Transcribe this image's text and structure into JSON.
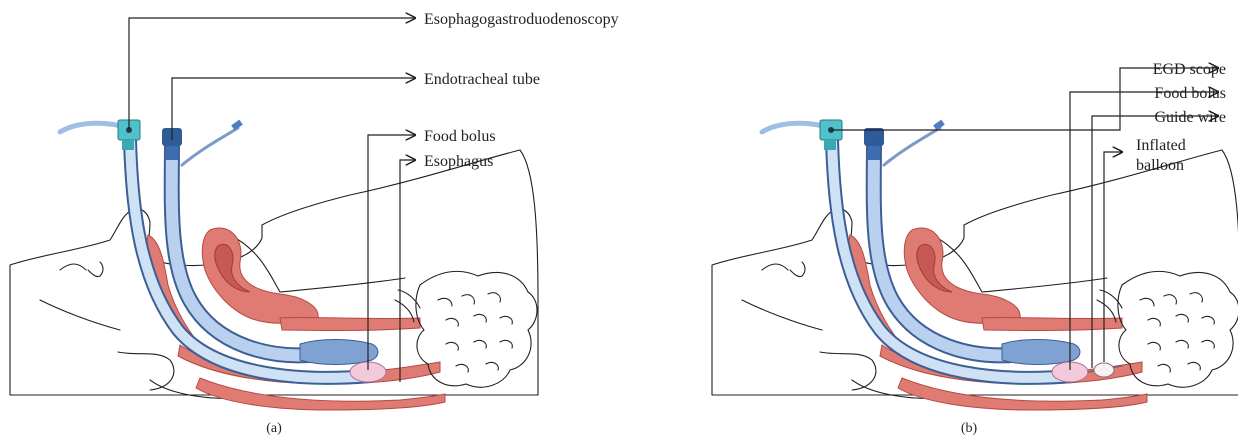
{
  "panels": [
    {
      "caption": "(a)",
      "labels": [
        "Esophagogastroduodenoscopy",
        "Endotracheal tube",
        "Food bolus",
        "Esophagus"
      ]
    },
    {
      "caption": "(b)",
      "labels": [
        "EGD scope",
        "Food bolus",
        "Guide wire",
        "Inflated",
        "balloon"
      ]
    }
  ],
  "colors": {
    "tissue": "#e07b73",
    "tube_blue": "#a9c4e6",
    "cuff_blue": "#4f7fc1",
    "connector_teal": "#52c0c8",
    "bolus_pink": "#f3c9dc"
  }
}
